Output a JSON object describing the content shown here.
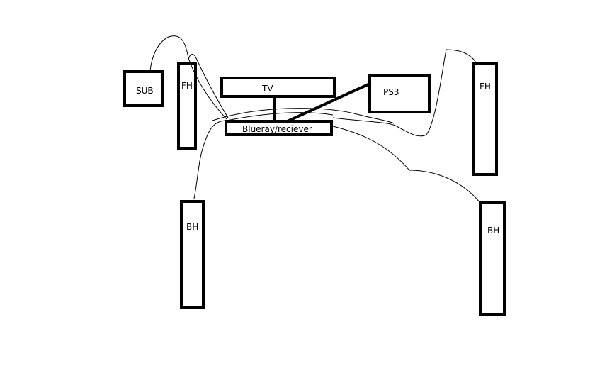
{
  "diagram": {
    "sub": {
      "label": "SUB"
    },
    "front_left": {
      "label": "FH"
    },
    "front_right": {
      "label": "FH"
    },
    "back_left": {
      "label": "BH"
    },
    "back_right": {
      "label": "BH"
    },
    "tv": {
      "label": "TV"
    },
    "ps3": {
      "label": "PS3"
    },
    "receiver": {
      "label": "Blueray/reciever"
    }
  },
  "colors": {
    "stroke": "#000000",
    "background": "#ffffff"
  }
}
